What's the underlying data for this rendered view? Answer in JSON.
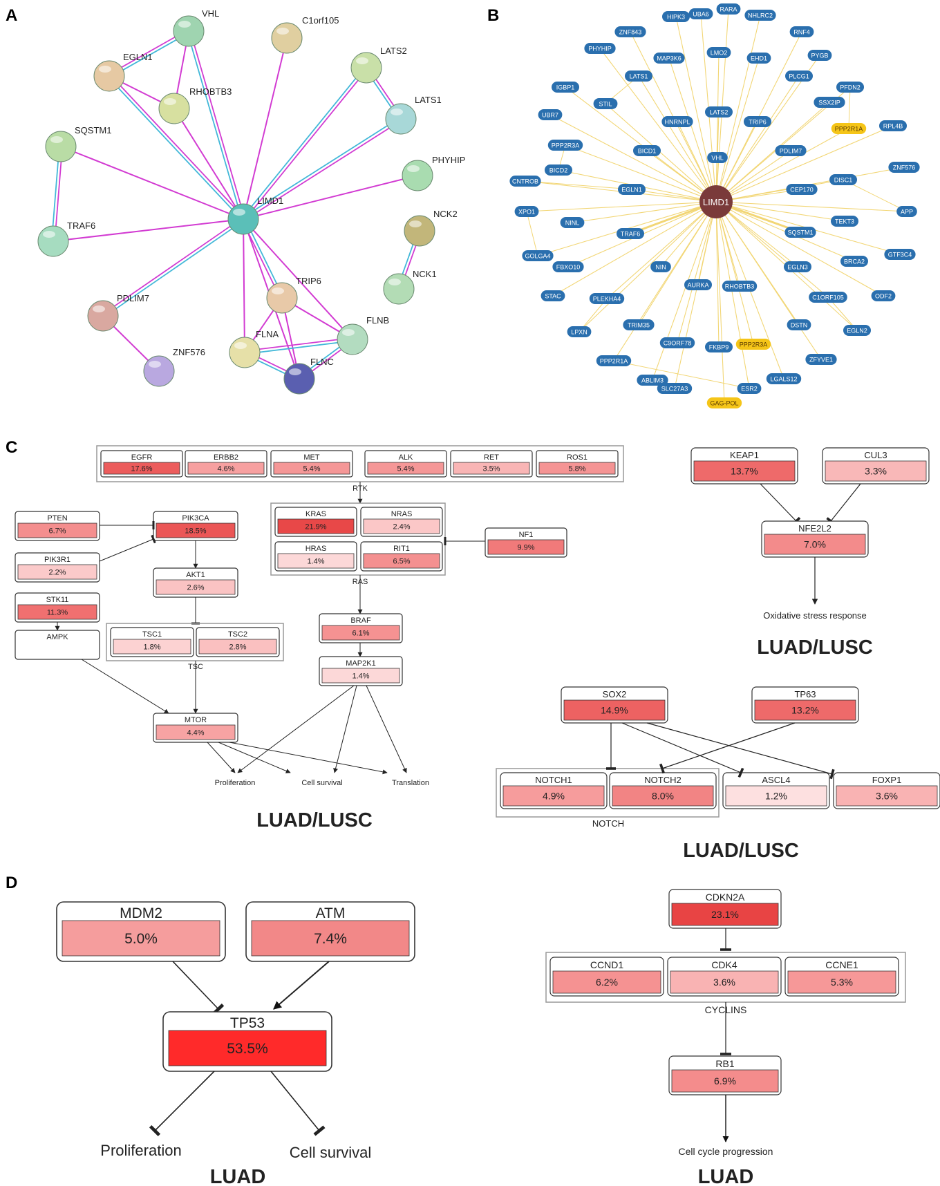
{
  "panels": {
    "a": "A",
    "b": "B",
    "c": "C",
    "d": "D"
  },
  "panel_a": {
    "nodes": [
      {
        "id": "vhl",
        "label": "VHL",
        "color": "#9fd4b0"
      },
      {
        "id": "c1orf105",
        "label": "C1orf105",
        "color": "#e0cfa0"
      },
      {
        "id": "egln1",
        "label": "EGLN1",
        "color": "#e6c9a3"
      },
      {
        "id": "rhobtb3",
        "label": "RHOBTB3",
        "color": "#d7e0a0"
      },
      {
        "id": "lats2",
        "label": "LATS2",
        "color": "#c9e0a8"
      },
      {
        "id": "lats1",
        "label": "LATS1",
        "color": "#a8d8d8"
      },
      {
        "id": "sqstm1",
        "label": "SQSTM1",
        "color": "#b9dca5"
      },
      {
        "id": "phyhip",
        "label": "PHYHIP",
        "color": "#a9dcb0"
      },
      {
        "id": "limd1",
        "label": "LIMD1",
        "color": "#5bbfb8"
      },
      {
        "id": "nck2",
        "label": "NCK2",
        "color": "#c2b67a"
      },
      {
        "id": "traf6",
        "label": "TRAF6",
        "color": "#a6dcc0"
      },
      {
        "id": "nck1",
        "label": "NCK1",
        "color": "#b3dcb5"
      },
      {
        "id": "trip6",
        "label": "TRIP6",
        "color": "#e8c9a8"
      },
      {
        "id": "pdlim7",
        "label": "PDLIM7",
        "color": "#d9a8a0"
      },
      {
        "id": "flnb",
        "label": "FLNB",
        "color": "#b3dcc0"
      },
      {
        "id": "flna",
        "label": "FLNA",
        "color": "#e6e0a8"
      },
      {
        "id": "znf576",
        "label": "ZNF576",
        "color": "#b9a8e0"
      },
      {
        "id": "flnc",
        "label": "FLNC",
        "color": "#5a5fb0"
      }
    ]
  },
  "panel_b": {
    "hub": "LIMD1",
    "hub_color": "#7a3a3a",
    "node_color": "#2a6fae",
    "highlight_color": "#f5c518",
    "edge_color": "#f2d675",
    "nodes": [
      {
        "label": "HIPK3"
      },
      {
        "label": "UBA6"
      },
      {
        "label": "RARA"
      },
      {
        "label": "NHLRC2"
      },
      {
        "label": "ZNF843"
      },
      {
        "label": "RNF4"
      },
      {
        "label": "PHYHIP"
      },
      {
        "label": "MAP3K6"
      },
      {
        "label": "LMO2"
      },
      {
        "label": "EHD1"
      },
      {
        "label": "PYGB"
      },
      {
        "label": "LATS1"
      },
      {
        "label": "PLCG1"
      },
      {
        "label": "PFDN2"
      },
      {
        "label": "IGBP1"
      },
      {
        "label": "SSX2IP"
      },
      {
        "label": "STIL"
      },
      {
        "label": "HNRNPL"
      },
      {
        "label": "LATS2"
      },
      {
        "label": "TRIP6"
      },
      {
        "label": "UBR7"
      },
      {
        "label": "PPP2R1A",
        "highlight": true
      },
      {
        "label": "RPL4B"
      },
      {
        "label": "PPP2R3A"
      },
      {
        "label": "BICD1"
      },
      {
        "label": "PDLIM7"
      },
      {
        "label": "VHL"
      },
      {
        "label": "BICD2"
      },
      {
        "label": "ZNF576"
      },
      {
        "label": "CNTROB"
      },
      {
        "label": "DISC1"
      },
      {
        "label": "EGLN1"
      },
      {
        "label": "CEP170"
      },
      {
        "label": "XPO1"
      },
      {
        "label": "APP"
      },
      {
        "label": "NINL"
      },
      {
        "label": "TEKT3"
      },
      {
        "label": "TRAF6"
      },
      {
        "label": "SQSTM1"
      },
      {
        "label": "GOLGA4"
      },
      {
        "label": "GTF3C4"
      },
      {
        "label": "NIN"
      },
      {
        "label": "FBXO10"
      },
      {
        "label": "EGLN3"
      },
      {
        "label": "BRCA2"
      },
      {
        "label": "AURKA"
      },
      {
        "label": "RHOBTB3"
      },
      {
        "label": "STAC"
      },
      {
        "label": "PLEKHA4"
      },
      {
        "label": "C1ORF105"
      },
      {
        "label": "ODF2"
      },
      {
        "label": "TRIM35"
      },
      {
        "label": "DSTN"
      },
      {
        "label": "LPXN"
      },
      {
        "label": "EGLN2"
      },
      {
        "label": "C9ORF78"
      },
      {
        "label": "FKBP9"
      },
      {
        "label": "PPP2R3A",
        "highlight": true
      },
      {
        "label": "PPP2R1A"
      },
      {
        "label": "ZFYVE1"
      },
      {
        "label": "ABLIM3"
      },
      {
        "label": "LGALS12"
      },
      {
        "label": "SLC27A3"
      },
      {
        "label": "ESR2"
      },
      {
        "label": "GAG-POL",
        "highlight": true
      }
    ]
  },
  "panel_c": {
    "rtk": {
      "group_label": "RTK",
      "genes": [
        {
          "name": "EGFR",
          "value": "17.6%",
          "color": "#ec5c5c"
        },
        {
          "name": "ERBB2",
          "value": "4.6%",
          "color": "#f7a0a0"
        },
        {
          "name": "MET",
          "value": "5.4%",
          "color": "#f59797"
        },
        {
          "name": "ALK",
          "value": "5.4%",
          "color": "#f59797"
        },
        {
          "name": "RET",
          "value": "3.5%",
          "color": "#f9b5b5"
        },
        {
          "name": "ROS1",
          "value": "5.8%",
          "color": "#f59494"
        }
      ]
    },
    "pi3k": {
      "pten": {
        "name": "PTEN",
        "value": "6.7%",
        "color": "#f48e8e"
      },
      "pik3ca": {
        "name": "PIK3CA",
        "value": "18.5%",
        "color": "#eb5656"
      },
      "pik3r1": {
        "name": "PIK3R1",
        "value": "2.2%",
        "color": "#fbcaca"
      },
      "akt1": {
        "name": "AKT1",
        "value": "2.6%",
        "color": "#fac3c3"
      },
      "stk11": {
        "name": "STK11",
        "value": "11.3%",
        "color": "#f07070"
      },
      "ampk": {
        "name": "AMPK"
      },
      "tsc_label": "TSC",
      "tsc1": {
        "name": "TSC1",
        "value": "1.8%",
        "color": "#fcd2d2"
      },
      "tsc2": {
        "name": "TSC2",
        "value": "2.8%",
        "color": "#fac0c0"
      },
      "mtor": {
        "name": "MTOR",
        "value": "4.4%",
        "color": "#f7a3a3"
      }
    },
    "ras": {
      "group_label": "RAS",
      "kras": {
        "name": "KRAS",
        "value": "21.9%",
        "color": "#e84848"
      },
      "nras": {
        "name": "NRAS",
        "value": "2.4%",
        "color": "#fbc7c7"
      },
      "hras": {
        "name": "HRAS",
        "value": "1.4%",
        "color": "#fcd8d8"
      },
      "rit1": {
        "name": "RIT1",
        "value": "6.5%",
        "color": "#f49090"
      },
      "nf1": {
        "name": "NF1",
        "value": "9.9%",
        "color": "#f17a7a"
      },
      "braf": {
        "name": "BRAF",
        "value": "6.1%",
        "color": "#f59292"
      },
      "map2k1": {
        "name": "MAP2K1",
        "value": "1.4%",
        "color": "#fcd8d8"
      }
    },
    "outputs": {
      "proliferation": "Proliferation",
      "cell_survival": "Cell survival",
      "translation": "Translation"
    },
    "label_left": "LUAD/LUSC",
    "nrf2": {
      "keap1": {
        "name": "KEAP1",
        "value": "13.7%",
        "color": "#ee6a6a"
      },
      "cul3": {
        "name": "CUL3",
        "value": "3.3%",
        "color": "#f9b8b8"
      },
      "nfe2l2": {
        "name": "NFE2L2",
        "value": "7.0%",
        "color": "#f38b8b"
      },
      "output": "Oxidative stress response",
      "label": "LUAD/LUSC"
    },
    "notch": {
      "sox2": {
        "name": "SOX2",
        "value": "14.9%",
        "color": "#ed6262"
      },
      "tp63": {
        "name": "TP63",
        "value": "13.2%",
        "color": "#ee6a6a"
      },
      "notch1": {
        "name": "NOTCH1",
        "value": "4.9%",
        "color": "#f69c9c"
      },
      "notch2": {
        "name": "NOTCH2",
        "value": "8.0%",
        "color": "#f28484"
      },
      "ascl4": {
        "name": "ASCL4",
        "value": "1.2%",
        "color": "#fde0e0"
      },
      "foxp1": {
        "name": "FOXP1",
        "value": "3.6%",
        "color": "#f9b3b3"
      },
      "group_label": "NOTCH",
      "label": "LUAD/LUSC"
    }
  },
  "panel_d": {
    "p53": {
      "mdm2": {
        "name": "MDM2",
        "value": "5.0%",
        "color": "#f59d9d"
      },
      "atm": {
        "name": "ATM",
        "value": "7.4%",
        "color": "#f28888"
      },
      "tp53": {
        "name": "TP53",
        "value": "53.5%",
        "color": "#ff2a2a"
      },
      "proliferation": "Proliferation",
      "cell_survival": "Cell survival",
      "label": "LUAD"
    },
    "cell_cycle": {
      "cdkn2a": {
        "name": "CDKN2A",
        "value": "23.1%",
        "color": "#e84444"
      },
      "ccnd1": {
        "name": "CCND1",
        "value": "6.2%",
        "color": "#f59292"
      },
      "cdk4": {
        "name": "CDK4",
        "value": "3.6%",
        "color": "#f9b3b3"
      },
      "ccne1": {
        "name": "CCNE1",
        "value": "5.3%",
        "color": "#f69898"
      },
      "group_label": "CYCLINS",
      "rb1": {
        "name": "RB1",
        "value": "6.9%",
        "color": "#f48c8c"
      },
      "output": "Cell cycle progression",
      "label": "LUAD"
    }
  }
}
